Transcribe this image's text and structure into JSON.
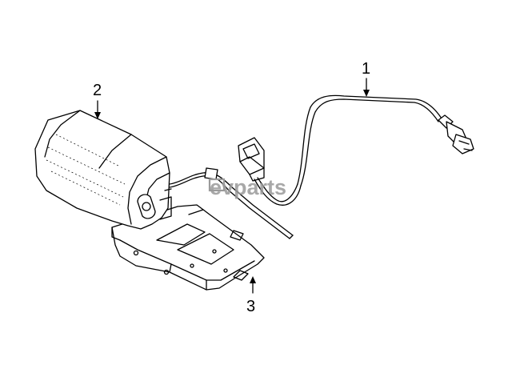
{
  "callouts": {
    "c1": "1",
    "c2": "2",
    "c3": "3"
  },
  "watermark": {
    "text": "evparts",
    "color": "#9a9a9a"
  },
  "colors": {
    "line": "#000000",
    "background": "#ffffff"
  }
}
